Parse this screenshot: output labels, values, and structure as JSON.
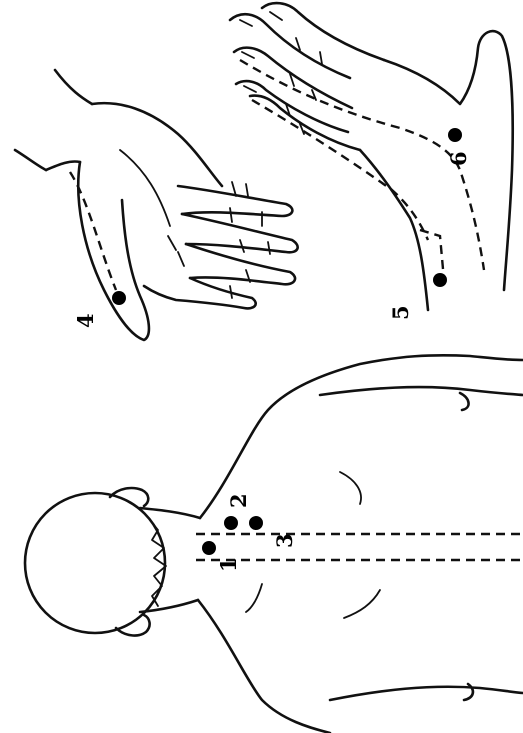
{
  "points": [
    {
      "id": "p1",
      "label": "1"
    },
    {
      "id": "p2",
      "label": "2"
    },
    {
      "id": "p3",
      "label": "3"
    },
    {
      "id": "p4",
      "label": "4"
    },
    {
      "id": "p5",
      "label": "5"
    },
    {
      "id": "p6",
      "label": "6"
    }
  ],
  "colors": {
    "ink": "#111111",
    "background": "#ffffff"
  }
}
